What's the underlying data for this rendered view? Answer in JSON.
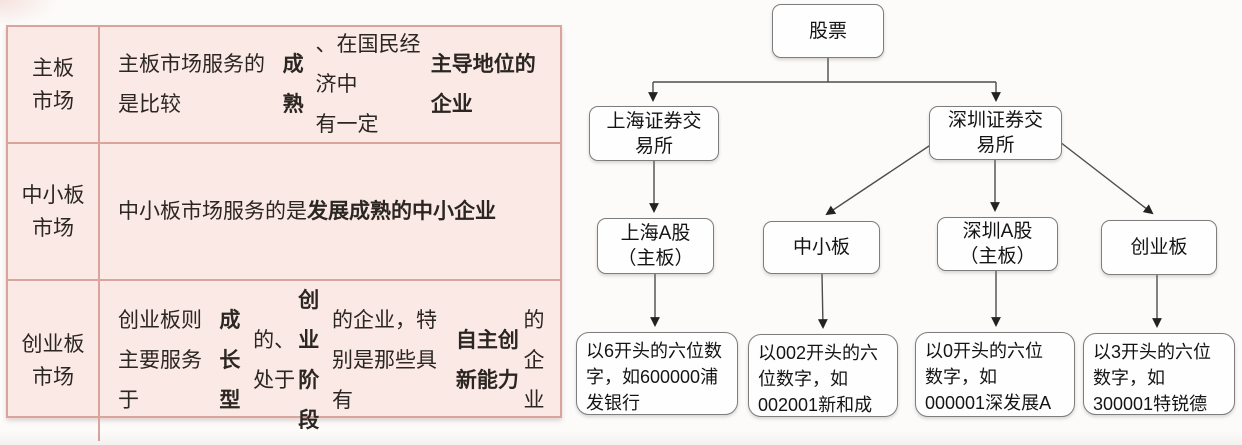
{
  "table": {
    "rows": [
      {
        "header": "主板\n市场",
        "parts": [
          {
            "t": "主板市场服务的是比较",
            "b": false
          },
          {
            "t": "成熟",
            "b": true
          },
          {
            "t": "、在国民经济中\n有一定",
            "b": false
          },
          {
            "t": "主导地位的企业",
            "b": true
          }
        ]
      },
      {
        "header": "中小板\n市场",
        "parts": [
          {
            "t": "中小板市场服务的是",
            "b": false
          },
          {
            "t": "发展成熟的中小企业",
            "b": true
          }
        ]
      },
      {
        "header": "创业板\n市场",
        "parts": [
          {
            "t": "创业板则主要服务于",
            "b": false
          },
          {
            "t": "成长型",
            "b": true
          },
          {
            "t": "的、处于",
            "b": false
          },
          {
            "t": "创业阶\n段",
            "b": true
          },
          {
            "t": "的企业，特别是那些具有",
            "b": false
          },
          {
            "t": "自主创新能力",
            "b": true
          },
          {
            "t": "的\n企业",
            "b": false
          }
        ]
      }
    ]
  },
  "flowchart": {
    "nodes": {
      "stock": "股票",
      "sse": "上海证券交\n易所",
      "szse": "深圳证券交\n易所",
      "sh_a": "上海A股\n（主板）",
      "sme": "中小板",
      "sz_a": "深圳A股\n（主板）",
      "chinext": "创业板",
      "code_sh": "以6开头的六位数\n字，如600000浦\n发银行",
      "code_sme": "以002开头的六\n位数字，如\n002001新和成",
      "code_sz": "以0开头的六位\n数字，如\n000001深发展A",
      "code_chinext": "以3开头的六位\n数字，如\n300001特锐德"
    }
  },
  "colors": {
    "table_bg": "#fbe9e5",
    "table_border": "#d8a49b",
    "node_border": "#7d7d7d",
    "line": "#4d4d4d"
  }
}
